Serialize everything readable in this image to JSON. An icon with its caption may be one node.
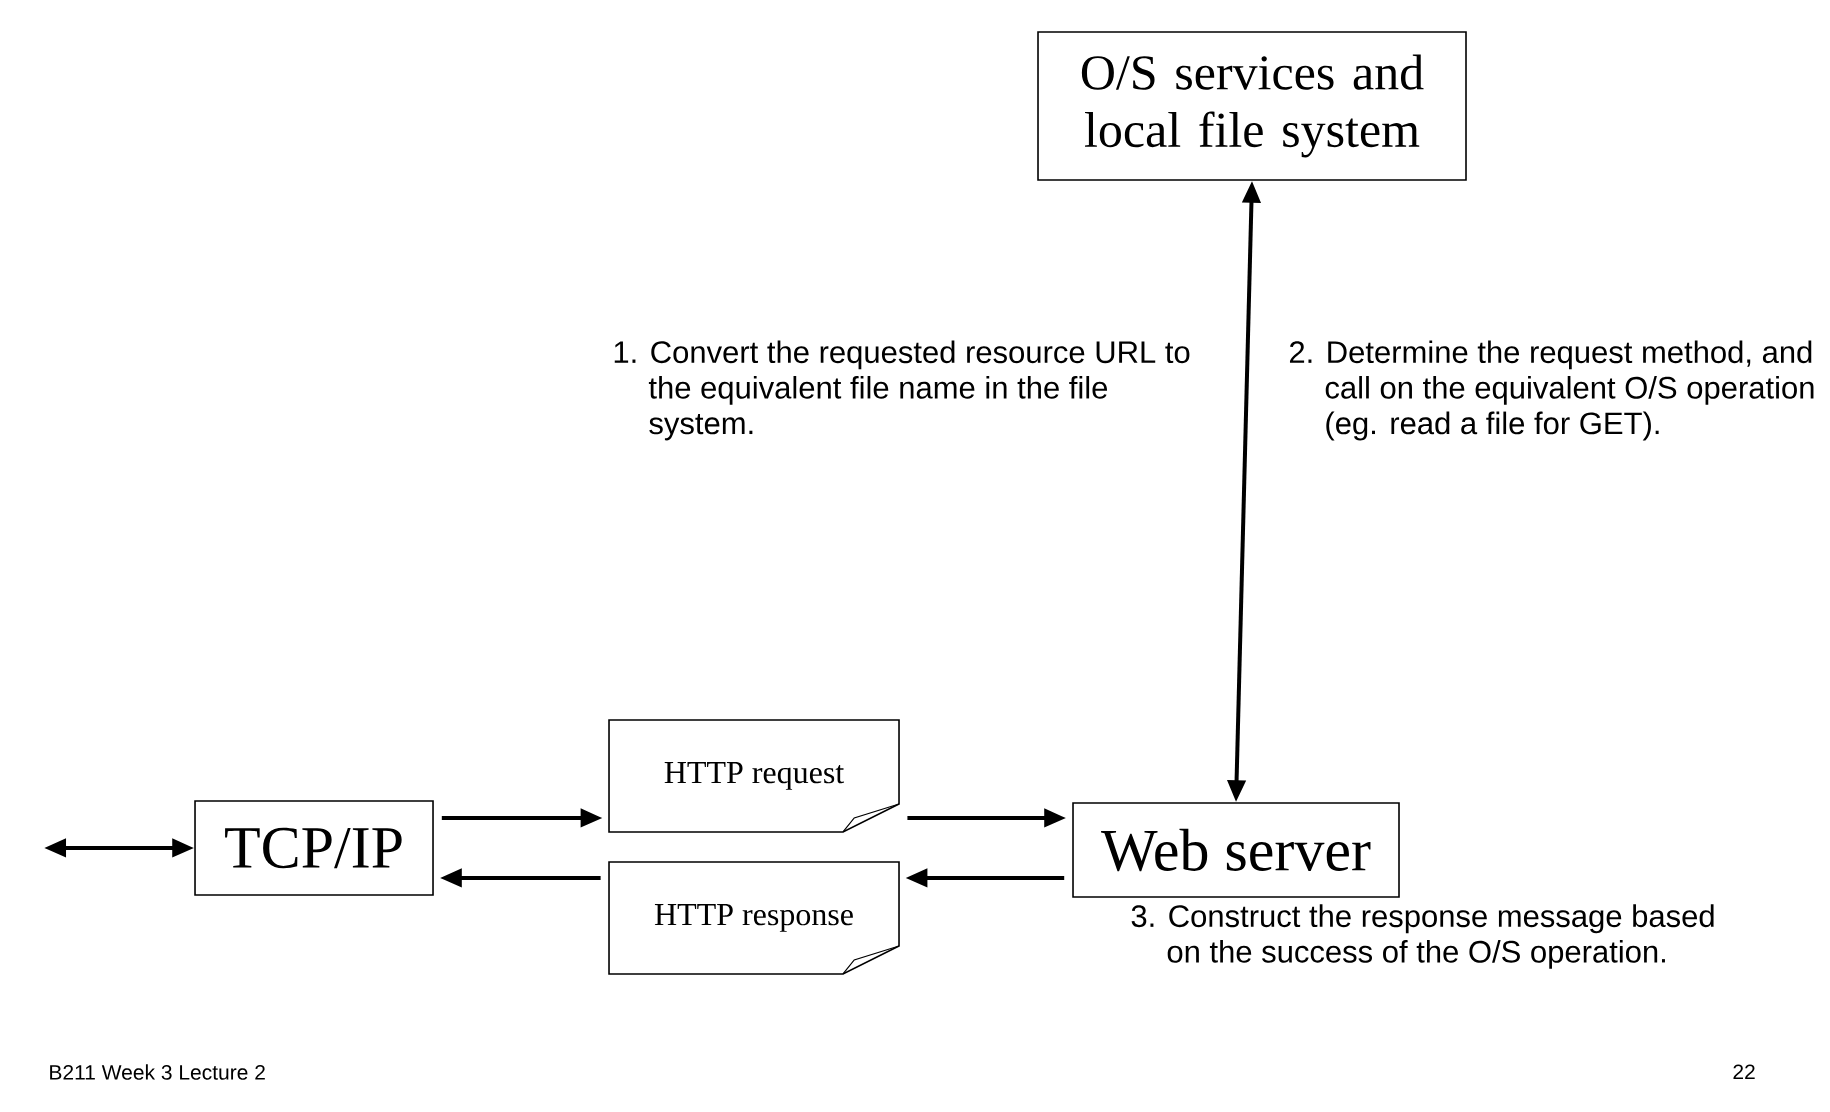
{
  "diagram": {
    "nodes": [
      {
        "text": [
          "O/S services and local file system"
        ]
      },
      {
        "text": [
          "TCP/IP"
        ]
      },
      {
        "text": [
          "HTTP request"
        ]
      },
      {
        "text": [
          "HTTP response"
        ]
      },
      {
        "text": [
          "Web server"
        ]
      }
    ],
    "edges": [
      {
        "from": null,
        "to": 1,
        "arrow": "both"
      },
      {
        "from": 1,
        "to": 2,
        "arrow": "to"
      },
      {
        "from": 2,
        "to": 4,
        "arrow": "to"
      },
      {
        "from": 4,
        "to": 3,
        "arrow": "to"
      },
      {
        "from": 3,
        "to": 1,
        "arrow": "to"
      },
      {
        "from": 0,
        "to": 4,
        "arrow": "both"
      }
    ],
    "labels": [
      "1. Convert the requested resource URL to the equivalent file name in the file system.",
      "2. Determine the request method, and call on the equivalent O/S operation (eg. read a file for GET).",
      "3. Construct the response message based on the success of the O/S operation.",
      "B211 Week 3 Lecture 2",
      "22"
    ]
  }
}
